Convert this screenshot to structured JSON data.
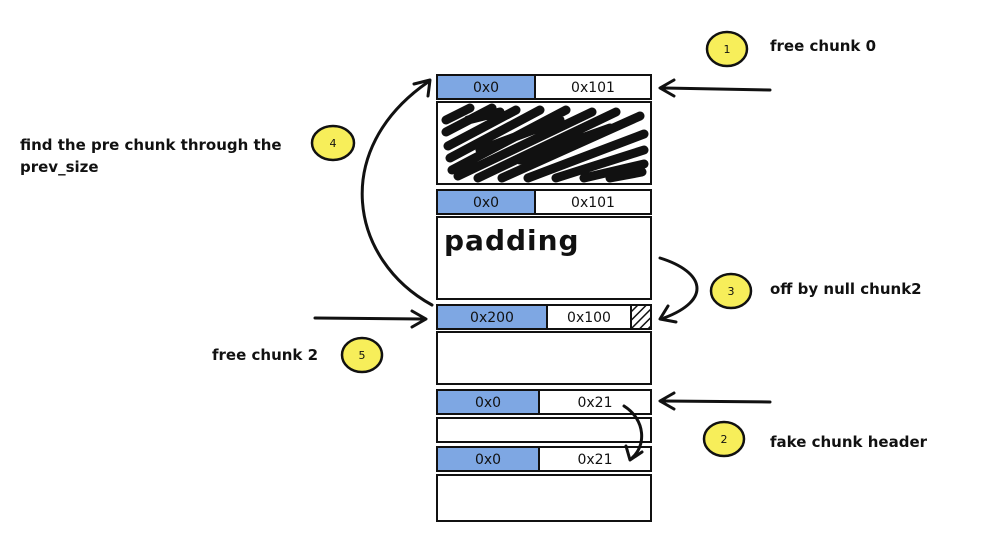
{
  "labels": {
    "step1": "free chunk 0",
    "step2": "fake chunk header",
    "step3": "off by null chunk2",
    "step4_line1": "find the pre chunk through the",
    "step4_line2": "prev_size",
    "step5": "free chunk 2"
  },
  "badges": [
    "1",
    "2",
    "3",
    "4",
    "5"
  ],
  "padding_text": "padding",
  "headers": [
    {
      "prev_size": "0x0",
      "size": "0x101"
    },
    {
      "prev_size": "0x0",
      "size": "0x101"
    },
    {
      "prev_size": "0x200",
      "size": "0x100"
    },
    {
      "prev_size": "0x0",
      "size": "0x21"
    },
    {
      "prev_size": "0x0",
      "size": "0x21"
    }
  ],
  "colors": {
    "prev_size_fill": "#7ea7e3",
    "badge_fill": "#f7ee5a"
  }
}
